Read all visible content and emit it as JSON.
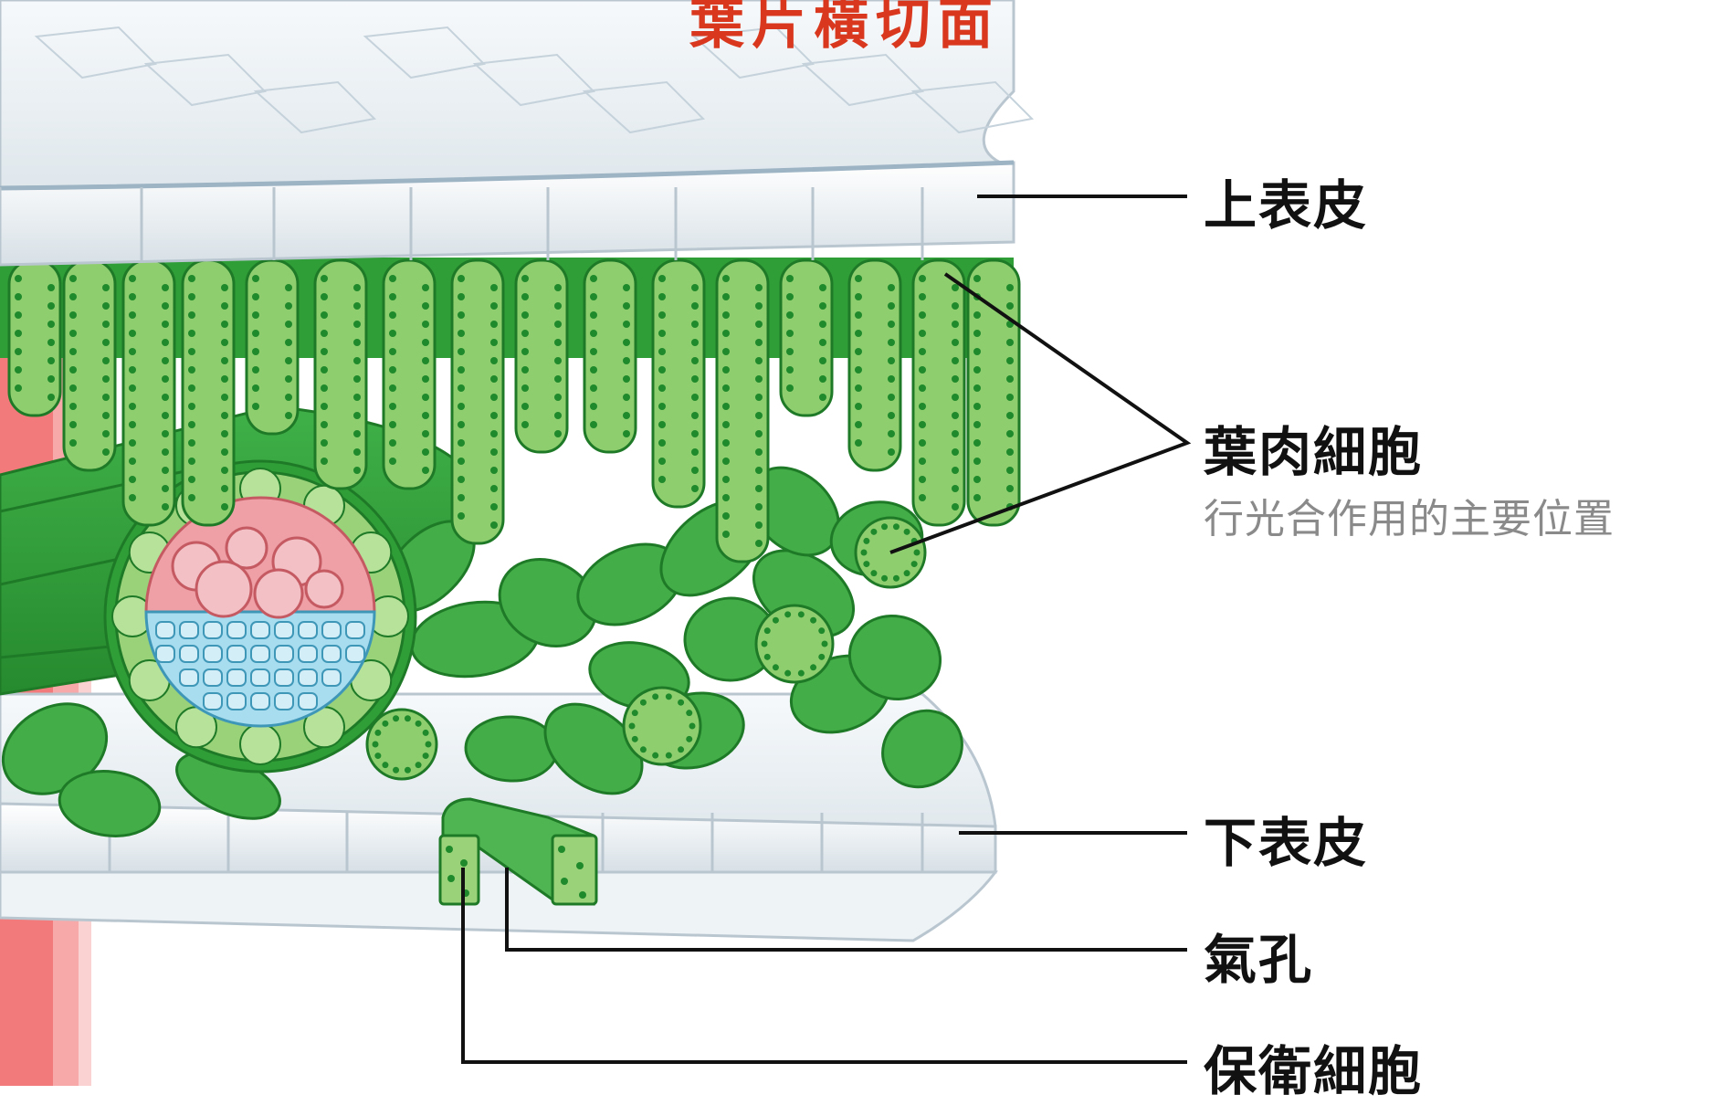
{
  "title": "葉片橫切面",
  "labels": {
    "upper_epidermis": "上表皮",
    "mesophyll": "葉肉細胞",
    "mesophyll_note": "行光合作用的主要位置",
    "lower_epidermis": "下表皮",
    "stoma": "氣孔",
    "guard_cell": "保衛細胞"
  },
  "colors": {
    "title": "#d9381e",
    "left_strip_dark": "#f37a7a",
    "left_strip_light": "#fbd2d2",
    "epidermis": "#e9eef2",
    "epidermis_edge": "#b9c6d0",
    "mesophyll_dark": "#2e9a36",
    "mesophyll_light": "#8fce6f",
    "chloroplast": "#1f8a2b",
    "xylem": "#e58b93",
    "phloem": "#7ac6e4",
    "leader_line": "#111111"
  }
}
